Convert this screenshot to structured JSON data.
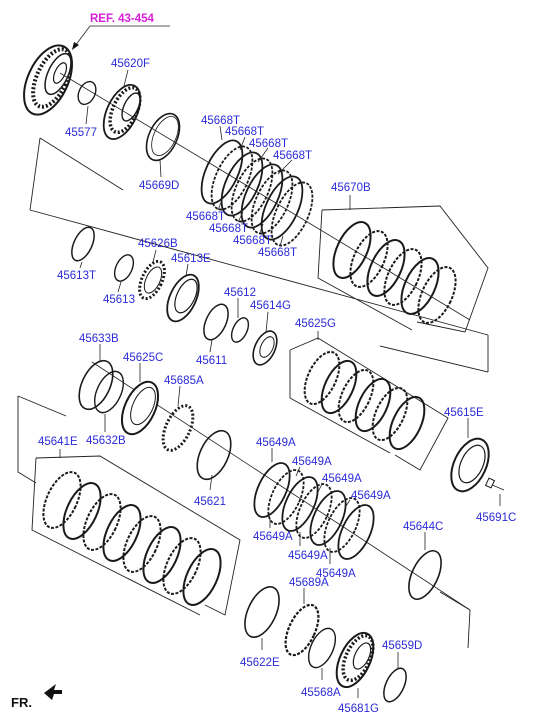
{
  "reference": "REF. 43-454",
  "direction_label": "FR.",
  "part_labels": [
    "45620F",
    "45577",
    "45669D",
    "45668T",
    "45668T",
    "45668T",
    "45668T",
    "45668T",
    "45668T",
    "45668T",
    "45668T",
    "45670B",
    "45613T",
    "45626B",
    "45613E",
    "45613",
    "45612",
    "45614G",
    "45611",
    "45625G",
    "45633B",
    "45625C",
    "45685A",
    "45632B",
    "45641E",
    "45615E",
    "45649A",
    "45649A",
    "45649A",
    "45649A",
    "45649A",
    "45649A",
    "45649A",
    "45691C",
    "45621",
    "45644C",
    "45689A",
    "45622E",
    "45659D",
    "45568A",
    "45681G"
  ],
  "colors": {
    "label": "#2b2bd9",
    "reference": "#d81fd8",
    "line": "#1a1a1a",
    "background": "#ffffff"
  }
}
